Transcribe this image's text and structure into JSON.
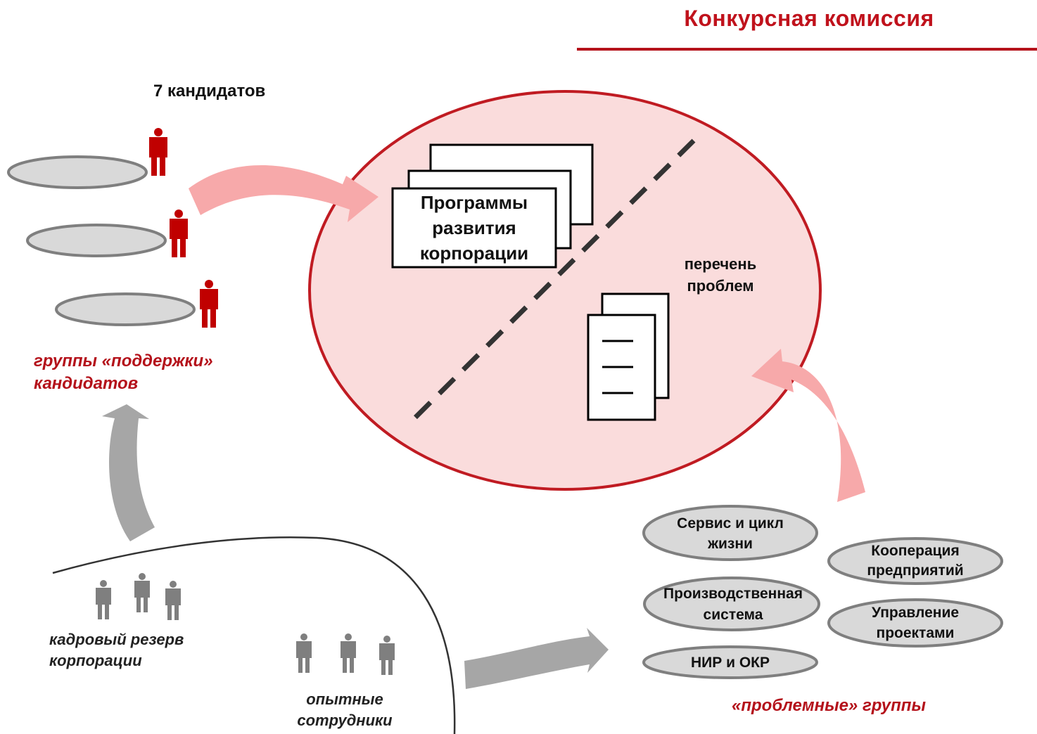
{
  "header": {
    "title": "Конкурсная комиссия"
  },
  "candidates": {
    "label": "7 кандидатов"
  },
  "support_groups": {
    "label_line1": "группы «поддержки»",
    "label_line2": "кандидатов"
  },
  "programs": {
    "line1": "Программы",
    "line2": "развития",
    "line3": "корпорации"
  },
  "problems_list": {
    "line1": "перечень",
    "line2": "проблем"
  },
  "reserve": {
    "line1": "кадровый резерв",
    "line2": "корпорации"
  },
  "experienced": {
    "line1": "опытные",
    "line2": "сотрудники"
  },
  "problem_groups": {
    "label": "«проблемные» группы",
    "items": [
      {
        "line1": "Сервис и цикл",
        "line2": "жизни"
      },
      {
        "line1": "Кооперация",
        "line2": "предприятий"
      },
      {
        "line1": "Производственная",
        "line2": "система"
      },
      {
        "line1": "Управление",
        "line2": "проектами"
      },
      {
        "line1": "НИР и ОКР",
        "line2": ""
      }
    ]
  },
  "colors": {
    "accent_red": "#c0121c",
    "commission_fill": "#fadcdc",
    "arrow_pink": "#f7a9aa",
    "arrow_gray": "#a6a6a6",
    "ellipse_gray": "#d9d9d9",
    "person_red": "#c00000",
    "person_gray": "#7f7f7f"
  }
}
